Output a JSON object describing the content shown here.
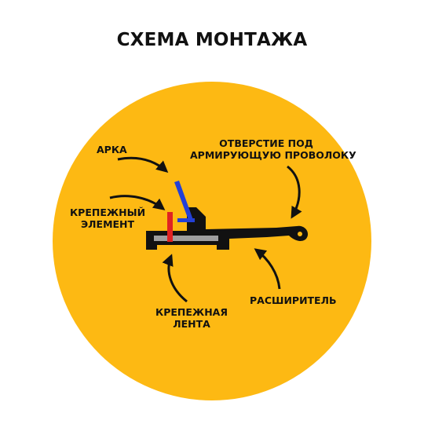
{
  "title": "СХЕМА МОНТАЖА",
  "colors": {
    "background_circle": "#FDB913",
    "arch": "#2340d6",
    "fastening_element": "#e02222",
    "tape": "#9e9e9e",
    "profile": "#111111"
  },
  "labels": {
    "arch": "АРКА",
    "hole_line1": "ОТВЕРСТИЕ ПОД",
    "hole_line2": "АРМИРУЮЩУЮ ПРОВОЛОКУ",
    "fastening_element_line1": "КРЕПЕЖНЫЙ",
    "fastening_element_line2": "ЭЛЕМЕНТ",
    "tape_line1": "КРЕПЕЖНАЯ",
    "tape_line2": "ЛЕНТА",
    "expander": "РАСШИРИТЕЛЬ"
  }
}
